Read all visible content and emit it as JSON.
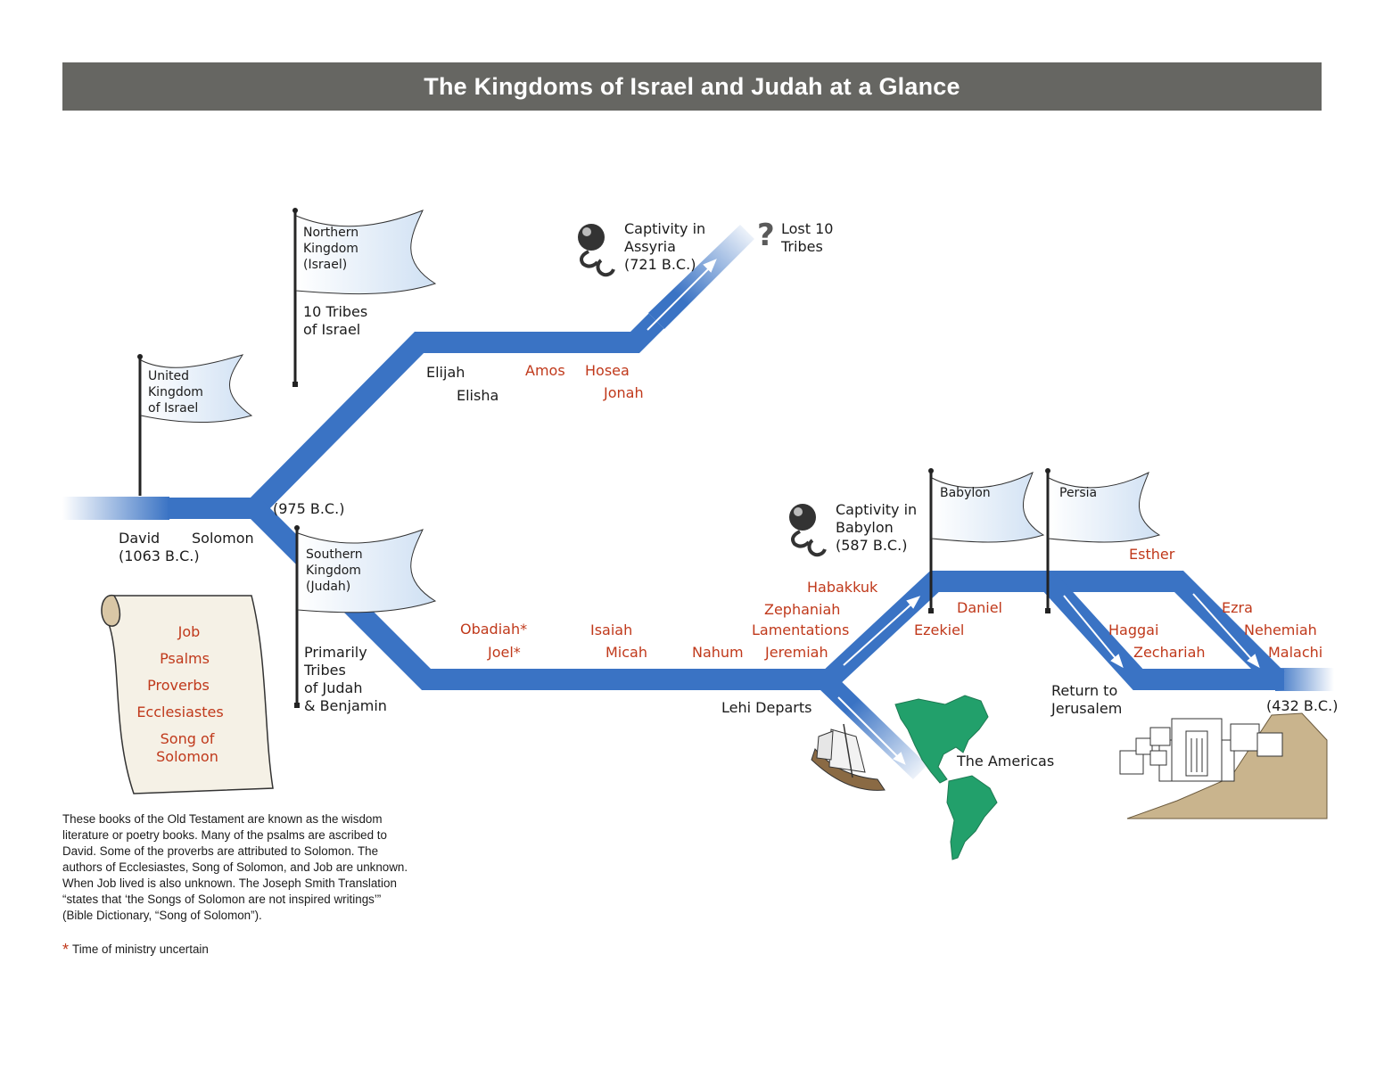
{
  "title": "The Kingdoms of Israel and Judah at a Glance",
  "colors": {
    "path": "#3a73c4",
    "banner": "#666662",
    "red_text": "#c0391b",
    "americas": "#22a06b"
  },
  "flags": {
    "united": "United\nKingdom\nof Israel",
    "northern": "Northern\nKingdom\n(Israel)",
    "southern": "Southern\nKingdom\n(Judah)",
    "babylon": "Babylon",
    "persia": "Persia"
  },
  "labels": {
    "ten_tribes": "10 Tribes\nof Israel",
    "primarily_tribes": "Primarily\nTribes\nof Judah\n& Benjamin",
    "david": "David",
    "david_date": "(1063 B.C.)",
    "solomon": "Solomon",
    "split_date": "(975 B.C.)",
    "captivity_assyria": "Captivity in\nAssyria\n(721 B.C.)",
    "lost_tribes": "Lost 10\nTribes",
    "captivity_babylon": "Captivity in\nBabylon\n(587 B.C.)",
    "lehi": "Lehi Departs",
    "americas": "The Americas",
    "return": "Return to\nJerusalem",
    "end_date": "(432 B.C.)"
  },
  "prophets": {
    "elijah": "Elijah",
    "elisha": "Elisha",
    "amos": "Amos",
    "hosea": "Hosea",
    "jonah": "Jonah",
    "obadiah": "Obadiah*",
    "joel": "Joel*",
    "isaiah": "Isaiah",
    "micah": "Micah",
    "nahum": "Nahum",
    "habakkuk": "Habakkuk",
    "zephaniah": "Zephaniah",
    "lamentations": "Lamentations",
    "jeremiah": "Jeremiah",
    "daniel": "Daniel",
    "ezekiel": "Ezekiel",
    "esther": "Esther",
    "haggai": "Haggai",
    "zechariah": "Zechariah",
    "ezra": "Ezra",
    "nehemiah": "Nehemiah",
    "malachi": "Malachi"
  },
  "scroll_books": [
    "Job",
    "Psalms",
    "Proverbs",
    "Ecclesiastes",
    "Song of\nSolomon"
  ],
  "note": "These books of the Old Testament are known as the wisdom literature or poetry books. Many of the psalms are ascribed to David. Some of the proverbs are attributed to Solomon. The authors of Ecclesiastes, Song of Solomon, and Job are unknown. When Job lived is also unknown. The Joseph Smith Translation “states that ‘the Songs of Solomon are not inspired writings’” (Bible Dictionary, “Song of Solomon”).",
  "footnote": {
    "marker": "*",
    "text": "Time of ministry uncertain"
  }
}
